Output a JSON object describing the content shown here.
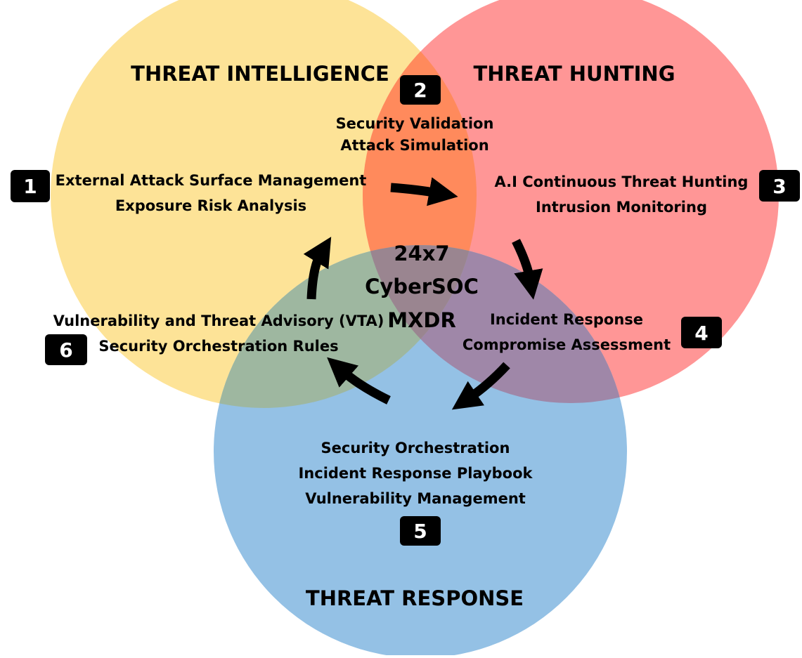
{
  "circles": {
    "intelligence": {
      "title": "THREAT INTELLIGENCE",
      "color": "#fde397"
    },
    "hunting": {
      "title": "THREAT HUNTING",
      "color": "#ff9696"
    },
    "response": {
      "title": "THREAT RESPONSE",
      "color": "#94c1e5"
    }
  },
  "overlap_colors": {
    "intelligence_hunting": "#ff8a5c",
    "hunting_response": "#9f87a8",
    "intelligence_response": "#9eb7a0",
    "all": "#9a8590"
  },
  "center": {
    "line1": "24x7",
    "line2": "CyberSOC",
    "line3": "MXDR"
  },
  "steps": [
    {
      "number": "1",
      "lines": [
        "External Attack Surface Management",
        "Exposure Risk Analysis"
      ]
    },
    {
      "number": "2",
      "lines": [
        "Security Validation",
        "Attack Simulation"
      ]
    },
    {
      "number": "3",
      "lines": [
        "A.I Continuous Threat Hunting",
        "Intrusion Monitoring"
      ]
    },
    {
      "number": "4",
      "lines": [
        "Incident Response",
        "Compromise Assessment"
      ]
    },
    {
      "number": "5",
      "lines": [
        "Security Orchestration",
        "Incident Response Playbook",
        "Vulnerability Management"
      ]
    },
    {
      "number": "6",
      "lines": [
        "Vulnerability and Threat Advisory (VTA)",
        "Security Orchestration Rules"
      ]
    }
  ]
}
